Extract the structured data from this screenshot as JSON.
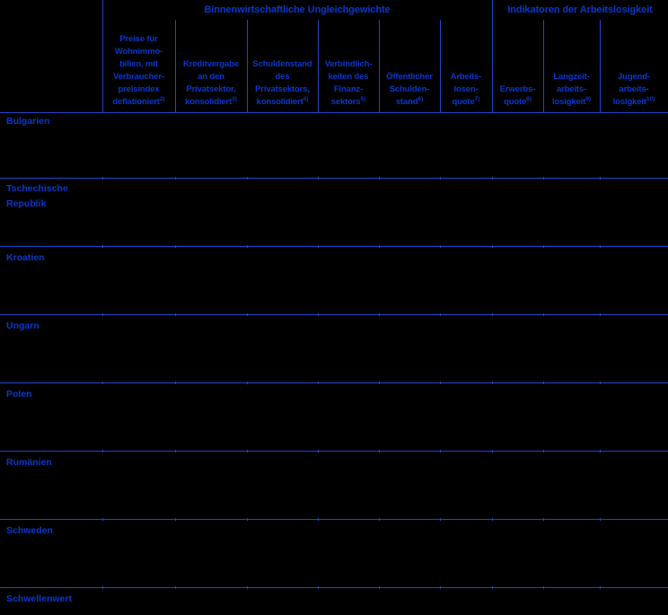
{
  "table": {
    "groups": [
      {
        "label": "Binnenwirtschaftliche Ungleichgewichte"
      },
      {
        "label": "Indikatoren der Arbeitslosigkeit"
      }
    ],
    "columns": [
      {
        "name": "house-prices",
        "lines": [
          "Preise für",
          "Wohnimmo-",
          "bilien, mit",
          "Verbraucher-",
          "preisindex",
          "deflationiert"
        ],
        "footnote": "2)"
      },
      {
        "name": "private-credit-flow",
        "lines": [
          "Kreditvergabe",
          "an den",
          "Privatsektor,",
          "konsolidiert"
        ],
        "footnote": "3)"
      },
      {
        "name": "private-sector-debt",
        "lines": [
          "Schuldenstand",
          "des",
          "Privatsektors,",
          "konsolidiert"
        ],
        "footnote": "4)"
      },
      {
        "name": "financial-sector-liabilities",
        "lines": [
          "Verbindlich-",
          "keiten des",
          "Finanz-",
          "sektors"
        ],
        "footnote": "5)"
      },
      {
        "name": "government-debt",
        "lines": [
          "Öffentlicher",
          "Schulden-",
          "stand"
        ],
        "footnote": "6)"
      },
      {
        "name": "unemployment-rate",
        "lines": [
          "Arbeits-",
          "losen-",
          "quote"
        ],
        "footnote": "7)"
      },
      {
        "name": "activity-rate",
        "lines": [
          "Erwerbs-",
          "quote"
        ],
        "footnote": "8)"
      },
      {
        "name": "long-term-unemployment",
        "lines": [
          "Langzeit-",
          "arbeits-",
          "losigkeit"
        ],
        "footnote": "9)"
      },
      {
        "name": "youth-unemployment",
        "lines": [
          "Jugend-",
          "arbeits-",
          "losigkeit"
        ],
        "footnote": "10)"
      }
    ],
    "rows": [
      {
        "label": "Bulgarien"
      },
      {
        "label": "Tschechische Republik"
      },
      {
        "label": "Kroatien"
      },
      {
        "label": "Ungarn"
      },
      {
        "label": "Polen"
      },
      {
        "label": "Rumänien"
      },
      {
        "label": "Schweden"
      },
      {
        "label": "Schwellenwert"
      }
    ]
  },
  "colors": {
    "background": "#000000",
    "text_blue": "#0a38cc",
    "line_blue": "#2345c9"
  }
}
